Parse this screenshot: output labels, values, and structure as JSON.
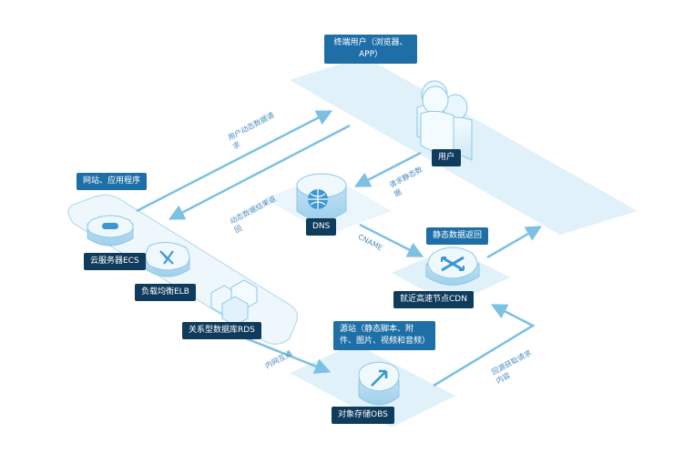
{
  "title_tags": {
    "end_users": "终端用户（浏览器、APP）",
    "web_apps": "网站、应用程序",
    "static_return": "静态数据返回",
    "origin": "源站（静态脚本、附件、图片、视频和音频）"
  },
  "nodes": {
    "user": "用户",
    "dns": "DNS",
    "ecs": "云服务器ECS",
    "elb": "负载均衡ELB",
    "rds": "关系型数据库RDS",
    "cdn": "就近高速节点CDN",
    "obs": "对象存储OBS"
  },
  "edge_labels": {
    "dynamic_request": "用户动态数据请求",
    "dynamic_return": "动态数据结果返回",
    "static_request": "请求静态数据",
    "cname": "CNAME",
    "intranet": "内网互通",
    "origin_pull": "回源获取请求内容"
  },
  "colors": {
    "platform": "#dbeef9",
    "arrow": "#7cc0e4",
    "tag_blue": "#1e6fa8",
    "tag_dark": "#0f3b5c"
  }
}
